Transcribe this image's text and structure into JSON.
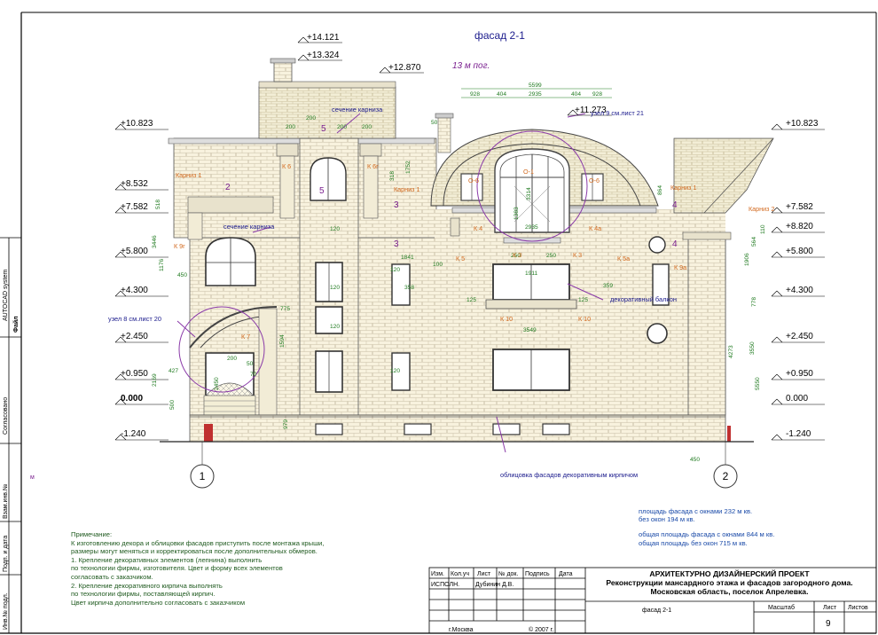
{
  "sheet": {
    "title": "фасад 2-1",
    "slope": "13 м пог.",
    "axes": [
      "1",
      "2"
    ]
  },
  "levels_left": [
    "+10.823",
    "+8.532",
    "+7.582",
    "+5.800",
    "+4.300",
    "+2.450",
    "+0.950",
    "0.000",
    "-1.240"
  ],
  "levels_right": [
    "+10.823",
    "+7.582",
    "+8.820",
    "+5.800",
    "+4.300",
    "+2.450",
    "+0.950",
    "0.000",
    "-1.240"
  ],
  "levels_top": [
    "+14.121",
    "+13.324",
    "+12.870",
    "+11.273"
  ],
  "callouts": {
    "section_cornice": "сечение карниза",
    "node9": "узел 9 см.лист 21",
    "node8": "узел 8 см.лист 20",
    "balcony": "декоративный балкон",
    "brick": "облицовка фасадов декоративным кирпичом",
    "cornice1_left": "Карниз 1",
    "cornice1_mid": "Карниз 1",
    "cornice1_right": "Карниз 1",
    "cornice2": "Карниз 2"
  },
  "tags": {
    "k6a": "К 6",
    "k6b": "К 6г",
    "k9r": "К 9г",
    "k7": "К 7",
    "k4": "К 4",
    "k5": "К 5",
    "k3a": "К 3",
    "k3b": "К 3",
    "k4a": "К 4а",
    "k5a": "К 5а",
    "k9a": "К 9а",
    "k10a": "К 10",
    "k10b": "К 10",
    "o1": "О-1",
    "o6a": "О-6",
    "o6b": "О-6"
  },
  "section_marks": [
    "2",
    "5",
    "5",
    "3",
    "3",
    "4",
    "4"
  ],
  "dims": {
    "top_row": [
      "928",
      "404",
      "2935",
      "404",
      "928"
    ],
    "top_total": "5599",
    "misc": [
      "200",
      "200",
      "200",
      "200",
      "120",
      "120",
      "120",
      "120",
      "120",
      "50",
      "50",
      "1911",
      "3549",
      "125",
      "125",
      "250",
      "250",
      "359",
      "358",
      "1841",
      "100",
      "1752",
      "318",
      "518",
      "864",
      "3446",
      "1176",
      "450",
      "3550",
      "4273",
      "5550",
      "2169",
      "427",
      "500",
      "450",
      "2450",
      "200",
      "70",
      "1594",
      "775",
      "979",
      "1906",
      "778",
      "564",
      "110",
      "2935",
      "1383",
      "3314"
    ]
  },
  "notes": {
    "heading": "Примечание:",
    "lines": [
      "К изготовлению декора и облицовки фасадов приступить после монтажа крыши,",
      "размеры могут меняться и корректироваться после дополнительных обмеров.",
      "1. Крепление декоративных элементов (лепнина) выполнить",
      "по технологии фирмы, изготовителя. Цвет и форму всех элементов",
      "согласовать с заказчиком.",
      "2. Крепление декоративного кирпича выполнять",
      "по технологии фирмы, поставляющей кирпич.",
      "Цвет кирпича дополнительно согласовать с заказчиком"
    ]
  },
  "areas": {
    "lines_a": [
      "площадь фасада с окнами 232 м кв.",
      "без окон 194 м кв."
    ],
    "lines_b": [
      "общая площадь фасада с окнами 844 м кв.",
      "общая площадь без окон 715 м кв."
    ]
  },
  "side_stamp": {
    "software": "AUTOCAD system",
    "file": "Файл",
    "agreed": "Согласовано",
    "replace": "Взам.инв.№",
    "sign_date": "Подп. и дата",
    "inv": "Инв.№ подл."
  },
  "title_block": {
    "headers": [
      "Изм.",
      "Кол.уч",
      "Лист",
      "№ док.",
      "Подпись",
      "Дата"
    ],
    "role": "ИСПОЛН.",
    "author": "Дубинин Д.В.",
    "city": "г.Москва",
    "copyright": "©  2007 г.",
    "project_title": "АРХИТЕКТУРНО ДИЗАЙНЕРСКИЙ ПРОЕКТ",
    "project_subtitle": "Реконструкции мансардного этажа и фасадов загородного дома.",
    "project_location": "Московская область, поселок Апрелевка.",
    "sheet_name": "фасад 2-1",
    "scale_label": "Масштаб",
    "sheet_label": "Лист",
    "sheets_label": "Листов",
    "sheet_number": "9",
    "sheets_total": ""
  }
}
